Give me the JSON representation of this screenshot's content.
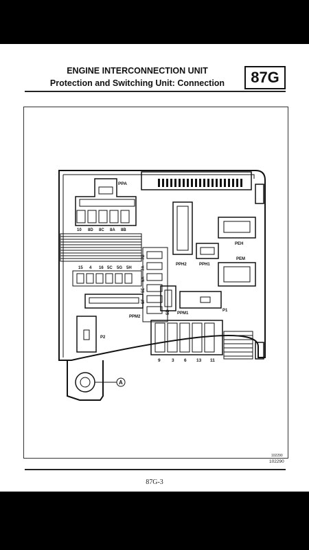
{
  "header": {
    "title_line1": "ENGINE INTERCONNECTION UNIT",
    "title_line2": "Protection and Switching Unit: Connection",
    "section_code": "87G"
  },
  "diagram": {
    "connectors": {
      "ppa": "PPA",
      "pph2": "PPH2",
      "pph1": "PPH1",
      "peh": "PEH",
      "pem": "PEM",
      "ppm1": "PPM1",
      "p1": "P1",
      "ppm2": "PPM2",
      "p2": "P2"
    },
    "fuse_row_top": [
      "10",
      "8D",
      "8C",
      "8A",
      "8B"
    ],
    "fuse_col_vertical": [
      "7B",
      "7A",
      "5A",
      "5E",
      "5F",
      "5D"
    ],
    "fuse_row_mid": [
      "15",
      "4",
      "16",
      "5C",
      "5G",
      "5H"
    ],
    "fuse_row_bottom": [
      "9",
      "3",
      "6",
      "13",
      "11"
    ],
    "callout": "A",
    "ref_small": "102290",
    "ref": "102290"
  },
  "footer": {
    "page_number": "87G-3"
  }
}
